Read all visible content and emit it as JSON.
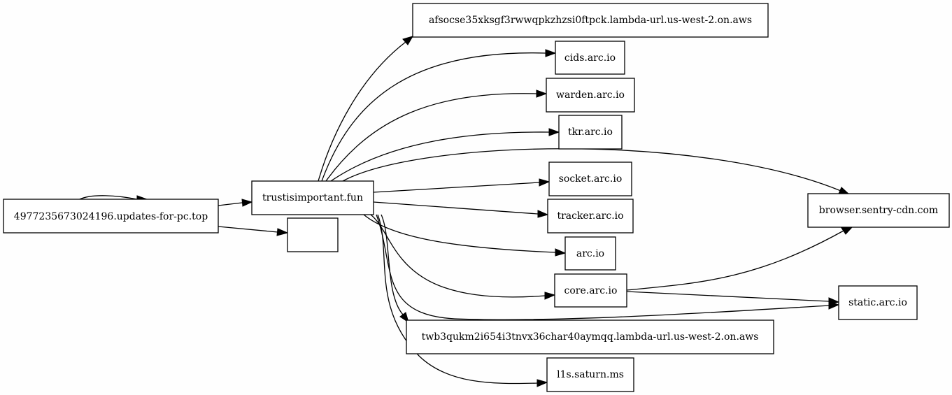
{
  "graph": {
    "background": "#fefefe",
    "nodes": {
      "root": "4977235673024196.updates-for-pc.top",
      "blank": "",
      "hub": "trustisimportant.fun",
      "lambda1": "afsocse35xksgf3rwwqpkzhzsi0ftpck.lambda-url.us-west-2.on.aws",
      "cids": "cids.arc.io",
      "warden": "warden.arc.io",
      "tkr": "tkr.arc.io",
      "socket": "socket.arc.io",
      "tracker": "tracker.arc.io",
      "arc": "arc.io",
      "core": "core.arc.io",
      "lambda2": "twb3qukm2i654i3tnvx36char40aymqq.lambda-url.us-west-2.on.aws",
      "saturn": "l1s.saturn.ms",
      "sentry": "browser.sentry-cdn.com",
      "static": "static.arc.io"
    },
    "edges": [
      [
        "root",
        "hub"
      ],
      [
        "root",
        "blank"
      ],
      [
        "hub",
        "lambda1"
      ],
      [
        "hub",
        "cids"
      ],
      [
        "hub",
        "warden"
      ],
      [
        "hub",
        "tkr"
      ],
      [
        "hub",
        "sentry"
      ],
      [
        "hub",
        "socket"
      ],
      [
        "hub",
        "tracker"
      ],
      [
        "hub",
        "arc"
      ],
      [
        "hub",
        "core"
      ],
      [
        "hub",
        "static"
      ],
      [
        "hub",
        "lambda2"
      ],
      [
        "hub",
        "saturn"
      ],
      [
        "core",
        "sentry"
      ],
      [
        "core",
        "static"
      ]
    ]
  }
}
